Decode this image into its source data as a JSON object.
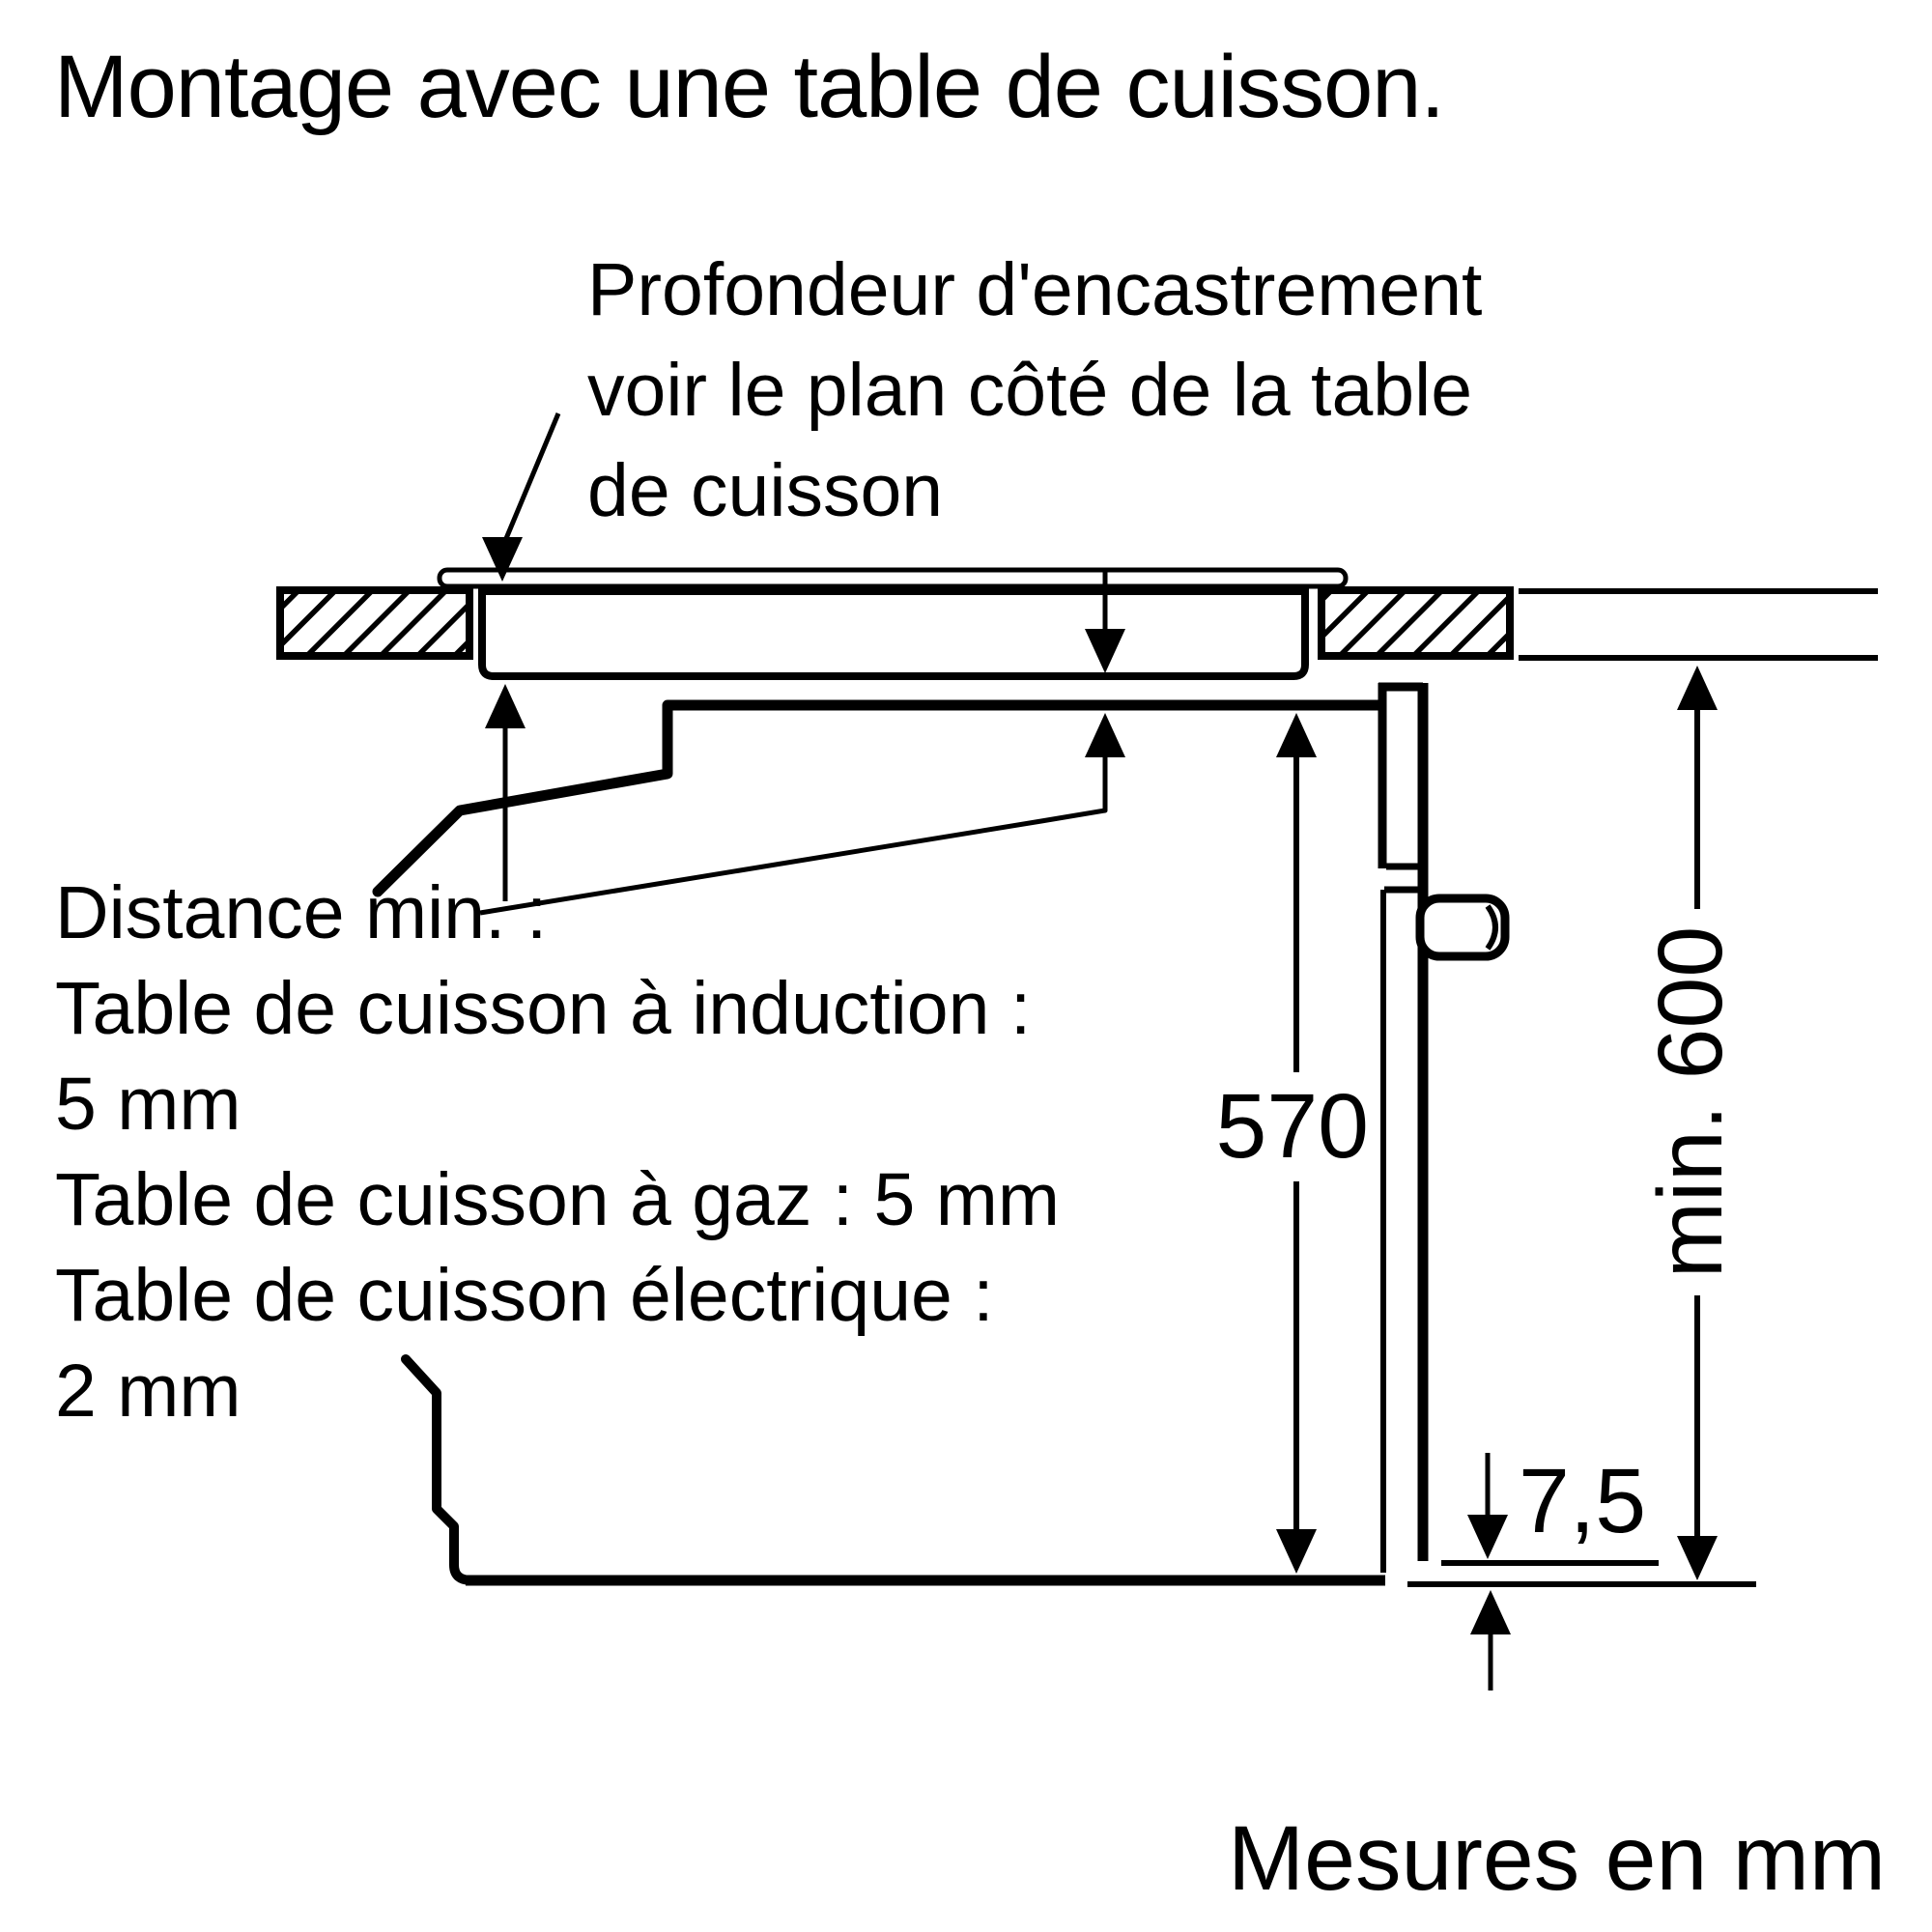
{
  "title": "Montage avec une table de cuisson.",
  "footer": "Mesures en mm",
  "colors": {
    "ink": "#000000",
    "background": "#ffffff"
  },
  "annotations": {
    "encastrement": {
      "lines": [
        "Profondeur d'encastrement",
        "voir le plan côté de la table",
        "de cuisson"
      ]
    },
    "distance": {
      "lines": [
        "Distance min. :",
        "Table de cuisson à induction :",
        "5 mm",
        "Table de cuisson à gaz : 5 mm",
        "Table de cuisson électrique :",
        "2 mm"
      ]
    }
  },
  "dimensions": {
    "oven_height_mm": "570",
    "door_bottom_gap_mm": "7,5",
    "niche_min_height_mm": "min. 600",
    "unit_note": "mm"
  }
}
